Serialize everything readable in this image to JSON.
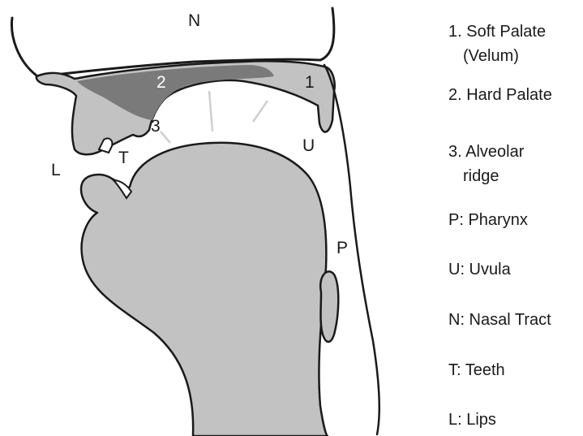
{
  "diagram": {
    "labels": {
      "nasal": "N",
      "lips": "L",
      "teeth": "T",
      "uvula": "U",
      "pharynx": "P",
      "soft_palate_num": "1",
      "hard_palate_num": "2",
      "alveolar_num": "3"
    },
    "colors": {
      "tissue": "#c2c2c2",
      "hard_palate": "#7a7a7a",
      "outline": "#1a1a1a",
      "guide_lines": "#cfcfcf",
      "background": "#ffffff"
    }
  },
  "legend": {
    "items": [
      {
        "line1": "1. Soft Palate",
        "line2": "(Velum)"
      },
      {
        "line1": "2. Hard Palate"
      },
      {
        "line1": "3. Alveolar",
        "line2": "ridge"
      },
      {
        "line1": "P: Pharynx"
      },
      {
        "line1": "U: Uvula"
      },
      {
        "line1": "N: Nasal Tract"
      },
      {
        "line1": "T: Teeth"
      },
      {
        "line1": "L: Lips"
      }
    ]
  }
}
